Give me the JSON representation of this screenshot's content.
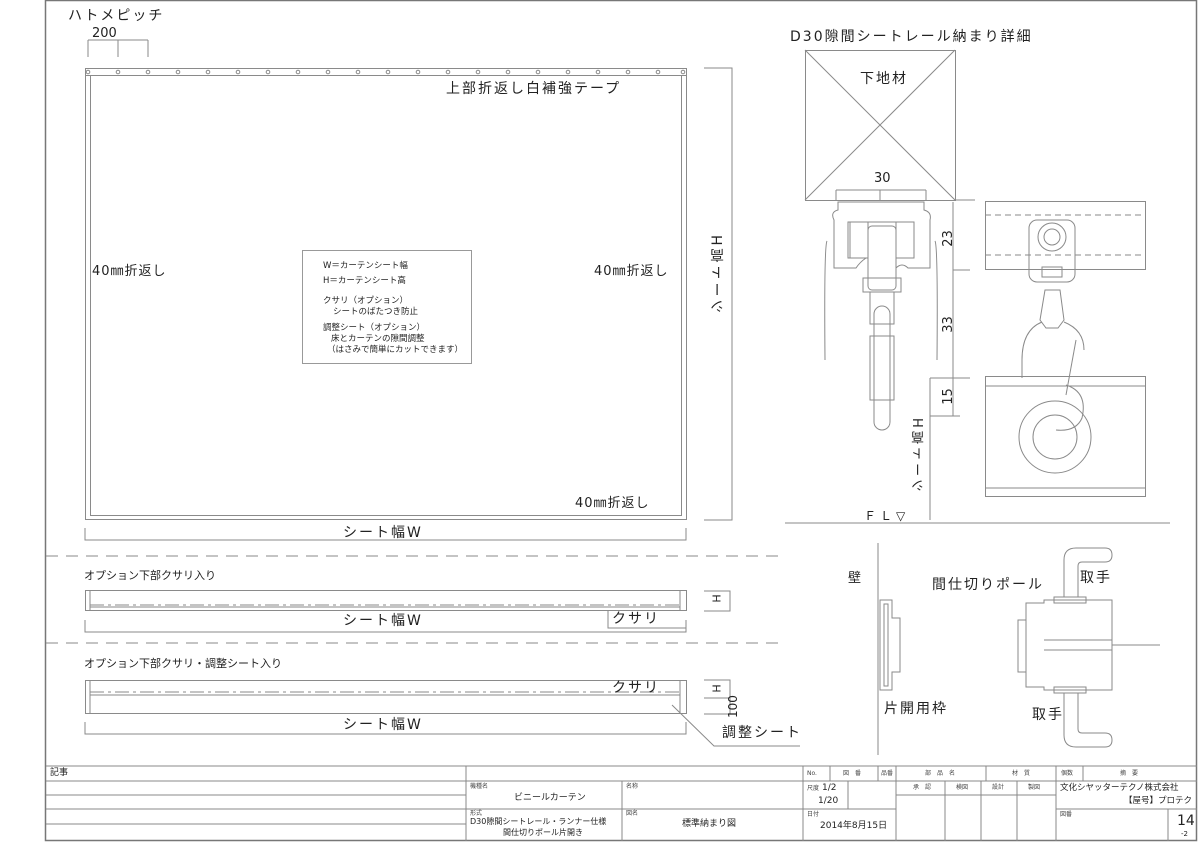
{
  "sheet": {
    "eyelet_pitch_label": "ハトメピッチ",
    "eyelet_pitch_value": "200",
    "top_label": "上部折返し白補強テープ",
    "left_label": "40㎜折返し",
    "right_label": "40㎜折返し",
    "bottom_label": "40㎜折返し",
    "height_label": "シート高H",
    "width_label": "シート幅W",
    "notes": [
      "W＝カーテンシート幅",
      "H＝カーテンシート高",
      "クサリ（オプション）",
      "シートのばたつき防止",
      "調整シート（オプション）",
      "床とカーテンの隙間調整",
      "（はさみで簡単にカットできます）"
    ]
  },
  "option1": {
    "title": "オプション下部クサリ入り",
    "width_label": "シート幅W",
    "chain_label": "クサリ",
    "h_label": "H"
  },
  "option2": {
    "title": "オプション下部クサリ・調整シート入り",
    "width_label": "シート幅W",
    "chain_label": "クサリ",
    "h_label": "H",
    "dim_100": "100",
    "adjust_label": "調整シート"
  },
  "detail": {
    "title": "D30隙間シートレール納まり詳細",
    "base_label": "下地材",
    "dim_30": "30",
    "dim_23": "23",
    "dim_33": "33",
    "dim_15": "15",
    "height_label": "シート高H",
    "floor_label": "ＦＬ▽"
  },
  "pole": {
    "wall_label": "壁",
    "pole_label": "間仕切りポール",
    "handle_top": "取手",
    "handle_bottom": "取手",
    "frame_label": "片開用枠"
  },
  "titleblock": {
    "remarks": "記事",
    "model_label": "機種名",
    "model_value": "ビニールカーテン",
    "type_label": "形式",
    "type_value_1": "D30隙間シートレール・ランナー仕様",
    "type_value_2": "間仕切りポール片開き",
    "name_label": "名称",
    "drawing_name_label": "図名",
    "drawing_name_value": "標準納まり図",
    "no_label": "No.",
    "drawing_no_hdr": "図　番",
    "part_no_hdr": "品番",
    "part_name_hdr": "部　品　名",
    "material_hdr": "材　質",
    "qty_hdr": "個数",
    "summary_hdr": "摘　要",
    "scale_label": "尺度",
    "scale_1": "1/2",
    "scale_2": "1/20",
    "date_label": "日付",
    "date_value": "2014年8月15日",
    "approve": "承　認",
    "check": "検図",
    "design": "設計",
    "draft": "製図",
    "company_1": "文化シヤッターテクノ株式会社",
    "company_2": "【屋号】プロテク",
    "drawing_no_label": "図番",
    "drawing_no": "14",
    "drawing_sub": "-2"
  }
}
